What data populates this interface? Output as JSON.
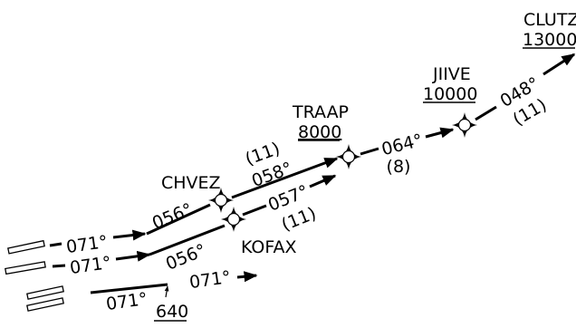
{
  "waypoints": {
    "chvez": {
      "name": "CHVEZ"
    },
    "kofax": {
      "name": "KOFAX"
    },
    "traap": {
      "name": "TRAAP",
      "altitude": "8000"
    },
    "jiive": {
      "name": "JIIVE",
      "altitude": "10000"
    },
    "clutz": {
      "name": "CLUTZ",
      "altitude": "13000"
    }
  },
  "legs": {
    "rwy_top_course": "071°",
    "rwy_mid_course": "071°",
    "rwy_bot_course_a": "071°",
    "rwy_bot_course_b": "071°",
    "rwy_bot_altitude": "640",
    "to_chvez_course": "056°",
    "to_kofax_course": "056°",
    "chvez_traap_course": "058°",
    "chvez_traap_distance": "(11)",
    "kofax_traap_course": "057°",
    "kofax_traap_distance": "(11)",
    "traap_jiive_course": "064°",
    "traap_jiive_distance": "(8)",
    "jiive_clutz_course": "048°",
    "jiive_clutz_distance": "(11)"
  }
}
